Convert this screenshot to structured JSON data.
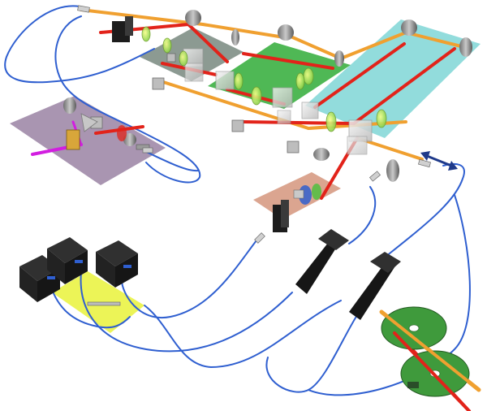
{
  "diagram": {
    "kind": "optical-setup-3d-illustration",
    "labels": [],
    "colors": {
      "background": "#ffffff",
      "fiber": "#2f5fd0",
      "beam_red": "#e2231a",
      "beam_orange": "#f0a030",
      "beam_magenta": "#d21ee0",
      "plate_purple": "#a089a8",
      "plate_gray": "#7f8f86",
      "plate_green": "#3cb043",
      "plate_cyan": "#7fd6d6",
      "plate_salmon": "#d9a08a",
      "plate_yellow": "#e9f23a",
      "wheel_green": "#3f9a3c",
      "housing_black": "#1c1c1c",
      "arrow_navy": "#1f3a8a"
    },
    "components": {
      "lasers": 3,
      "breadboards": 6,
      "choppers": 2,
      "fiber_mounts": 2,
      "translation_arrow": "double-headed"
    }
  }
}
